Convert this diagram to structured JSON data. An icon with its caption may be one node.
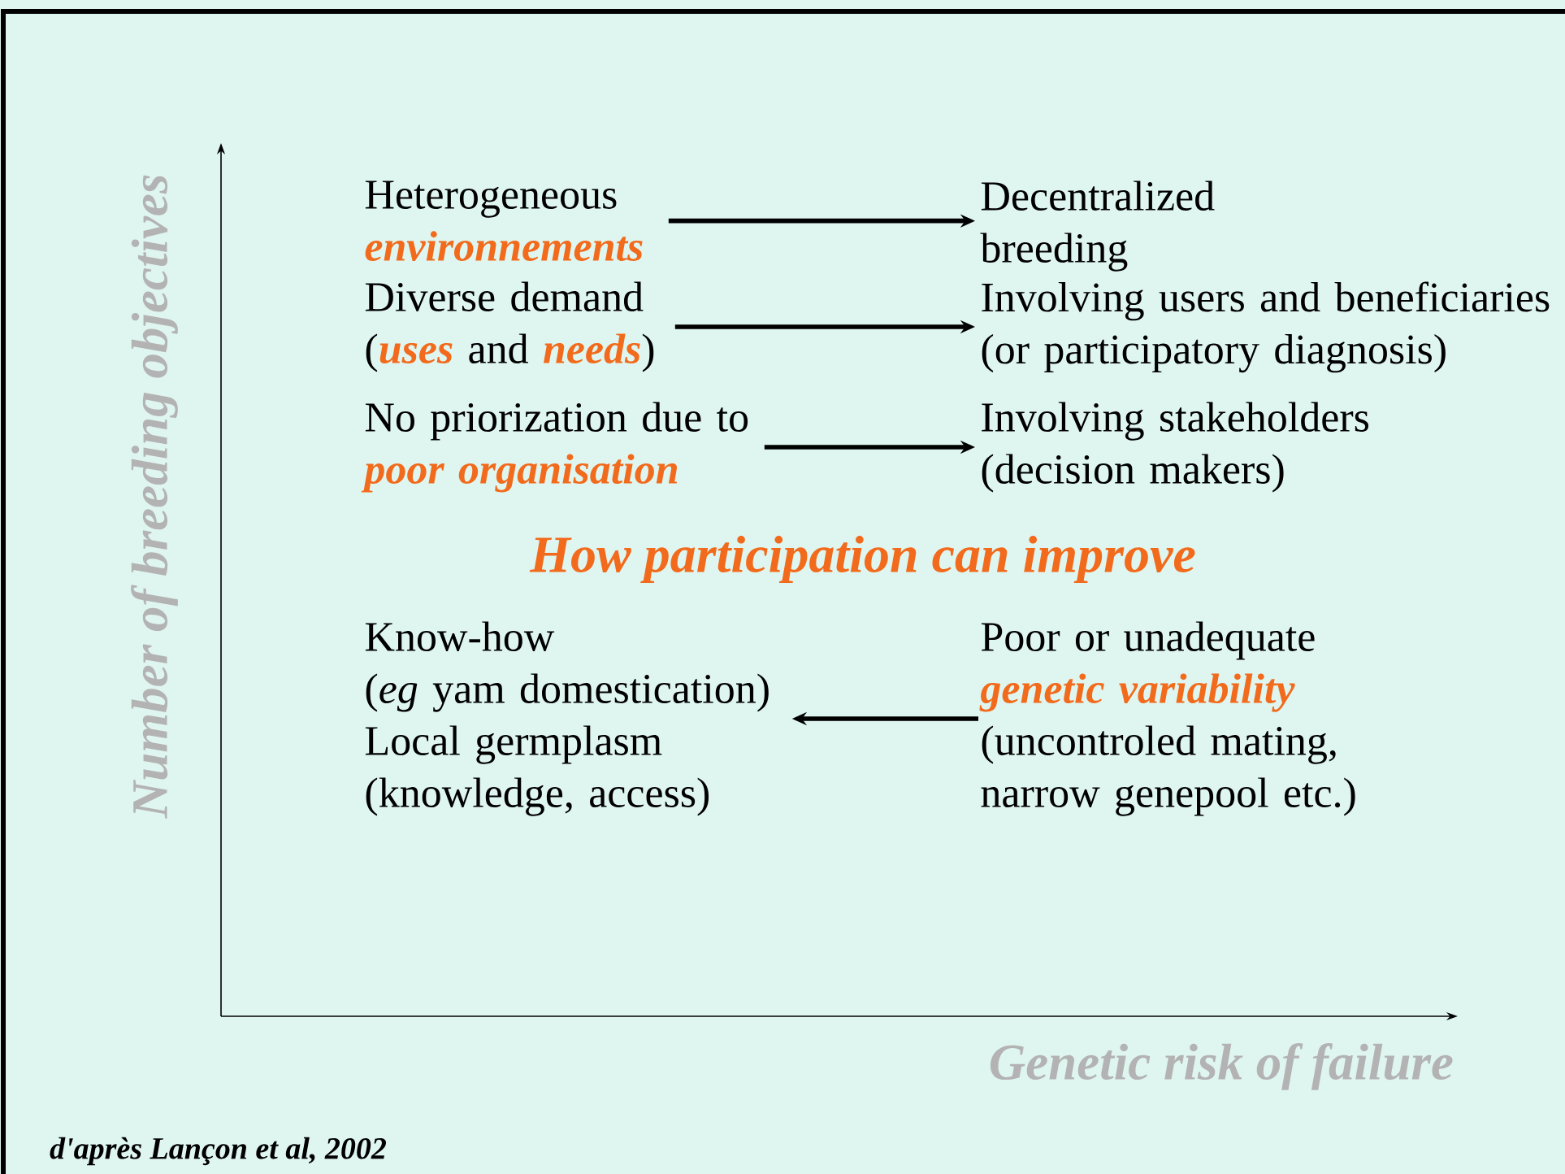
{
  "diagram": {
    "title": "How participation can improve",
    "caption": "d'après Lançon et al, 2002",
    "nodes": [
      {
        "text": [
          "Heterogeneous **environnements**"
        ]
      },
      {
        "text": [
          "Decentralized breeding"
        ]
      },
      {
        "text": [
          "Diverse demand (**uses** and **needs**)"
        ]
      },
      {
        "text": [
          "Involving users and beneficiaries (or participatory diagnosis)"
        ]
      },
      {
        "text": [
          "No priorization due to **poor organisation**"
        ]
      },
      {
        "text": [
          "Involving stakeholders (decision makers)"
        ]
      },
      {
        "text": [
          "Know-how",
          "(*eg* yam domestication)",
          "Local germplasm",
          "(knowledge, access)"
        ]
      },
      {
        "text": [
          "Poor or unadequate **genetic variability** (uncontroled mating, narrow genepool etc.)"
        ]
      }
    ],
    "edges": [
      {
        "from": 0,
        "to": 1,
        "arrow": "to"
      },
      {
        "from": 2,
        "to": 3,
        "arrow": "to"
      },
      {
        "from": 4,
        "to": 5,
        "arrow": "to"
      },
      {
        "from": 7,
        "to": 6,
        "arrow": "to"
      }
    ],
    "labels": [
      "Number of breeding objectives",
      "Genetic risk of failure"
    ]
  }
}
